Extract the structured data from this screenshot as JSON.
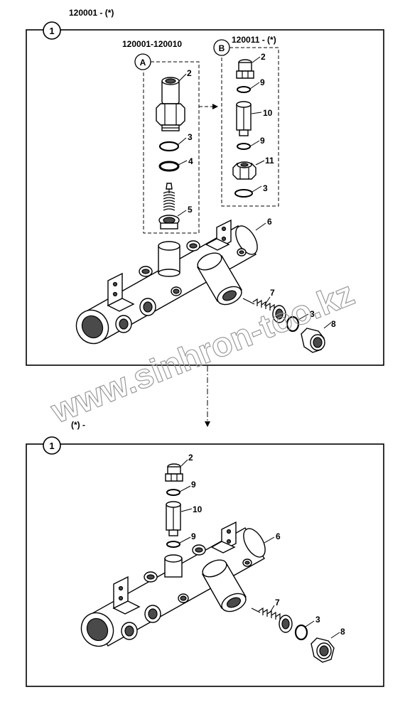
{
  "panel_top": {
    "header": "120001 - (*)",
    "badge": "1",
    "variant_a": {
      "badge": "A",
      "range": "120001-120010"
    },
    "variant_b": {
      "badge": "B",
      "range": "120011 - (*)"
    },
    "callouts": [
      "2",
      "3",
      "4",
      "5",
      "2",
      "9",
      "10",
      "9",
      "11",
      "3",
      "6",
      "7",
      "3",
      "8"
    ]
  },
  "panel_bottom": {
    "header": "(*) -",
    "badge": "1",
    "callouts": [
      "2",
      "9",
      "10",
      "9",
      "6",
      "7",
      "3",
      "8"
    ]
  },
  "watermark": "www.sinhron-too.kz"
}
